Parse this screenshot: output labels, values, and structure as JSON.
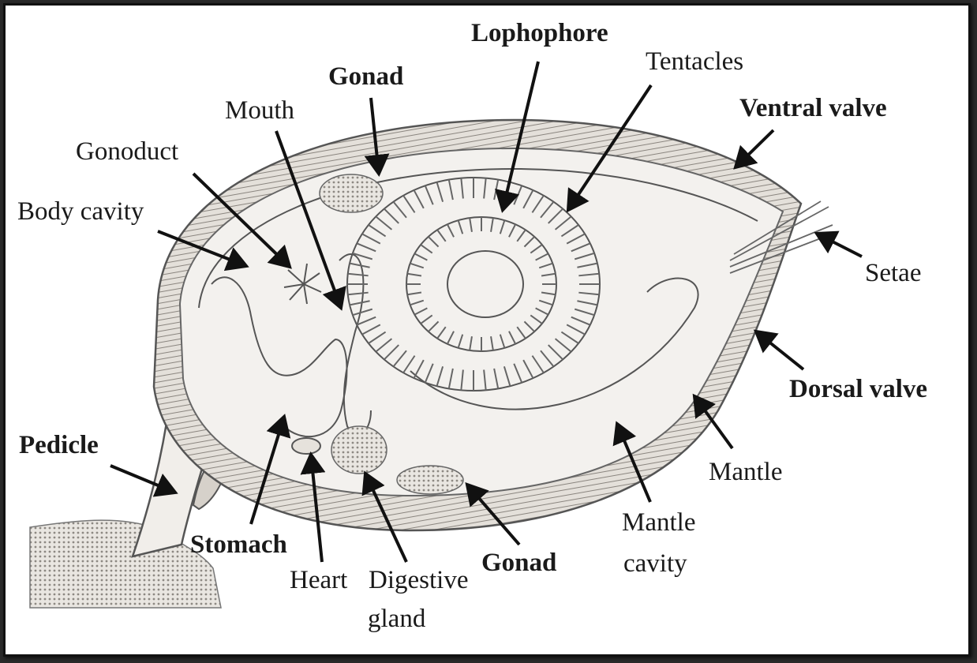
{
  "labels": {
    "lophophore": "Lophophore",
    "tentacles": "Tentacles",
    "gonad_top": "Gonad",
    "mouth": "Mouth",
    "ventral_valve": "Ventral valve",
    "gonoduct": "Gonoduct",
    "body_cavity": "Body cavity",
    "setae": "Setae",
    "dorsal_valve": "Dorsal valve",
    "pedicle": "Pedicle",
    "mantle": "Mantle",
    "mantle_cavity_1": "Mantle",
    "mantle_cavity_2": "cavity",
    "stomach": "Stomach",
    "gonad_bottom": "Gonad",
    "heart": "Heart",
    "digestive_1": "Digestive",
    "digestive_2": "gland"
  },
  "colors": {
    "ink": "#1a1a1a",
    "shell": "#cfcac3",
    "background": "#ffffff"
  }
}
